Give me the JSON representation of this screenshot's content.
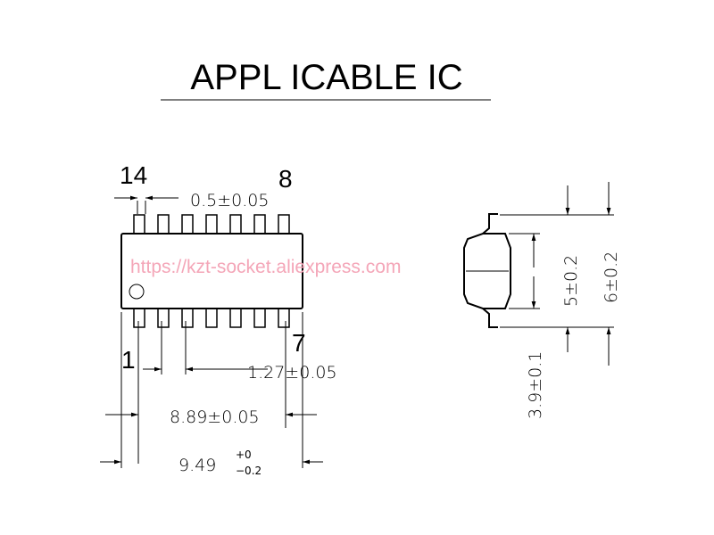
{
  "title": "APPL ICABLE IC",
  "pin_labels": {
    "top_left": "14",
    "top_right": "8",
    "bottom_left": "1",
    "bottom_right": "7"
  },
  "dimensions": {
    "lead_width": "0.5±0.05",
    "pitch": "1.27±0.05",
    "pin_span": "8.89±0.05",
    "body_length": {
      "base": "9.49",
      "upper_tol": "+0",
      "lower_tol": "−0.2"
    },
    "body_height": "3.9±0.1",
    "body_width": "5±0.2",
    "overall_width": "6±0.2"
  },
  "watermark": "https://kzt-socket.aliexpress.com",
  "colors": {
    "line": "#000000",
    "watermark": "#f4a6b8",
    "background": "#ffffff"
  },
  "views": {
    "top_view_pins_per_side": 7,
    "pin1_marker": "circle"
  }
}
